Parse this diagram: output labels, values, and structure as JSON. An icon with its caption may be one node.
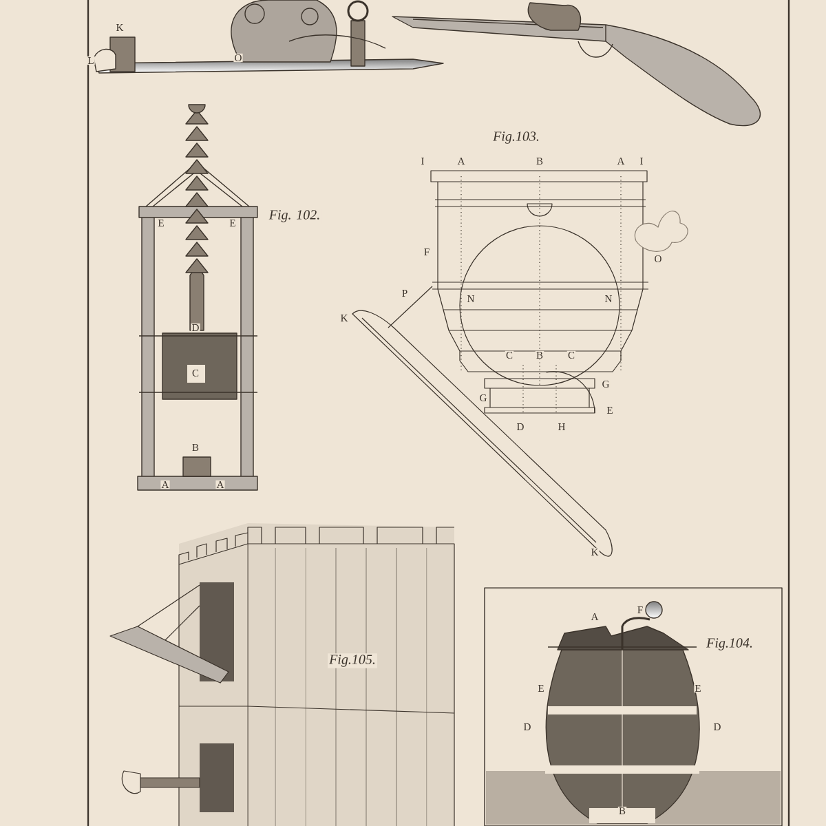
{
  "diagram": {
    "labels": [
      "K",
      "L",
      "O",
      "Fig.103.",
      "I",
      "A",
      "B",
      "A",
      "I",
      "Fig. 102.",
      "E",
      "E",
      "F",
      "O",
      "P",
      "N",
      "N",
      "K",
      "D",
      "C",
      "B",
      "C",
      "C",
      "G",
      "G",
      "E",
      "D",
      "H",
      "B",
      "A",
      "A",
      "K",
      "F",
      "A",
      "Fig.104.",
      "Fig.105.",
      "E",
      "E",
      "D",
      "D",
      "B"
    ]
  }
}
